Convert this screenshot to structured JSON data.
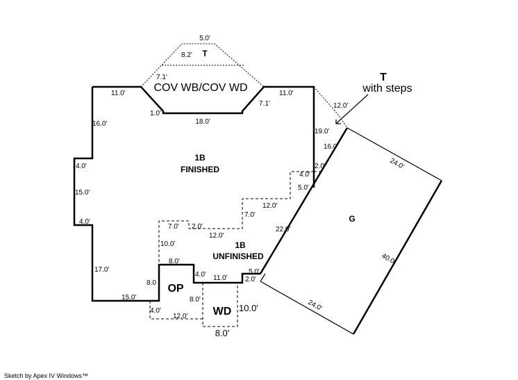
{
  "sketch": {
    "areas": {
      "t_top": "T",
      "cov": "COV WB/COV WD",
      "t_steps_line1": "T",
      "t_steps_line2": "with steps",
      "finished_line1": "1B",
      "finished_line2": "FINISHED",
      "unfinished_line1": "1B",
      "unfinished_line2": "UNFINISHED",
      "op": "OP",
      "wd": "WD",
      "garage": "G"
    },
    "dimensions": {
      "t_top_width": "5.0'",
      "t_slant": "8.2'",
      "cov_slant_left": "7.1'",
      "cov_slant_right": "7.1'",
      "top_left_11": "11.0'",
      "top_right_11": "11.0'",
      "cov_step": "1.0'",
      "cov_bottom": "18.0'",
      "t_steps_12": "12.0'",
      "left_16": "16.0'",
      "left_4_top": "4.0'",
      "left_15": "15.0'",
      "left_4_bottom": "4.0'",
      "left_17": "17.0'",
      "right_19": "19.0'",
      "garage_16": "16.0'",
      "step_2": "2.0'",
      "step_4": "4.0'",
      "step_5": "5.0'",
      "unf_12_upper": "12.0'",
      "unf_7_vert": "7.0'",
      "unf_7_top": "7.0'",
      "unf_2": "2.0'",
      "unf_12_lower": "12.0'",
      "unf_10": "10.0'",
      "garage_22": "22.0'",
      "op_top_8": "8.0'",
      "op_left_8": "8.0",
      "op_right_4": "4.0'",
      "bottom_11": "11.0'",
      "bottom_5": "5.0'",
      "bottom_2": "2.0'",
      "bottom_15": "15.0'",
      "wd_left_8": "8.0'",
      "dash_4": "4.0'",
      "dash_12": "12.0'",
      "wd_right_10": "10.0'",
      "wd_bottom_8": "8.0'",
      "garage_top_24": "24.0'",
      "garage_right_40": "40.0'",
      "garage_bottom_24": "24.0'"
    },
    "footer": "Sketch by Apex IV Windows™"
  }
}
